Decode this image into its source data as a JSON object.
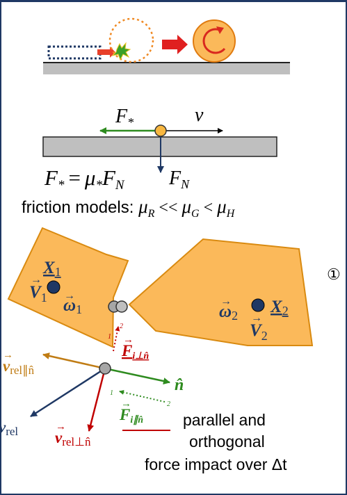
{
  "colors": {
    "frame": "#1f3864",
    "ground": "#bfbfbf",
    "orange": "#f5a623",
    "orange_fill": "#fbb95a",
    "green": "#2e8b1f",
    "red": "#c00000",
    "navy": "#1f3864",
    "brown": "#c07c14",
    "grey_contact": "#a6a6a6"
  },
  "panel1": {
    "description_icons": [
      "dotted-rect-icon",
      "impact-star-icon",
      "arrow-right-icon",
      "rolling-ball-icon"
    ]
  },
  "panel2": {
    "force_label": "F",
    "force_sub": "*",
    "velocity_label": "v",
    "normal_label": "F",
    "normal_sub": "N",
    "formula_lhs": "F",
    "formula_lhs_sub": "*",
    "formula_eq": "=",
    "formula_mu": "μ",
    "formula_mu_sub": "*",
    "formula_rhs": "F",
    "formula_rhs_sub": "N"
  },
  "friction": {
    "prefix": "friction models: ",
    "mu": "μ",
    "sub_r": "R",
    "rel1": "<<",
    "sub_g": "G",
    "rel2": "<",
    "sub_h": "H"
  },
  "panel3": {
    "marker": "①",
    "body1_X": "X",
    "body1_X_sub": "1",
    "body1_V": "V",
    "body1_V_sub": "1",
    "body1_omega": "ω",
    "body1_omega_sub": "1",
    "body2_omega": "ω",
    "body2_omega_sub": "2",
    "body2_X": "X",
    "body2_X_sub": "2",
    "body2_V": "V",
    "body2_V_sub": "2",
    "f_perp_label": "F",
    "f_perp_sub": "i⊥n̂",
    "f_par_label": "F",
    "f_par_sub": "i∥n̂",
    "n_hat": "n̂",
    "v_rel_par": "v",
    "v_rel_par_sub": "rel∥n̂",
    "v_rel": "v",
    "v_rel_sub": "rel",
    "v_rel_perp": "v",
    "v_rel_perp_sub": "rel⊥n̂",
    "dot_label_1a": "1",
    "dot_label_2a": "2",
    "dot_label_1b": "1",
    "dot_label_2b": "2",
    "caption_line1": "parallel and",
    "caption_line2": "orthogonal",
    "caption_line3": "force impact over Δt"
  }
}
